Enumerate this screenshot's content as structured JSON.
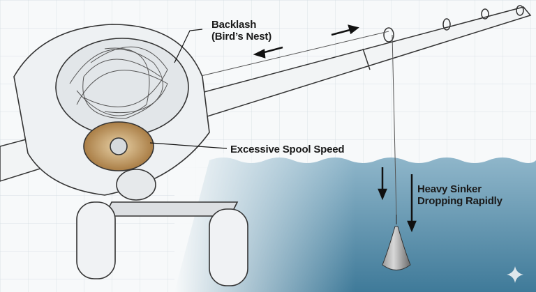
{
  "labels": {
    "backlash_line1": "Backlash",
    "backlash_line2": "(Bird’s Nest)",
    "spool_speed": "Excessive Spool Speed",
    "sinker_line1": "Heavy Sinker",
    "sinker_line2": "Dropping Rapidly"
  },
  "colors": {
    "water": "#6a9bb5",
    "background": "#f7f9fa",
    "spool_gold": "#c9a06a",
    "ink": "#1a1a1a"
  }
}
